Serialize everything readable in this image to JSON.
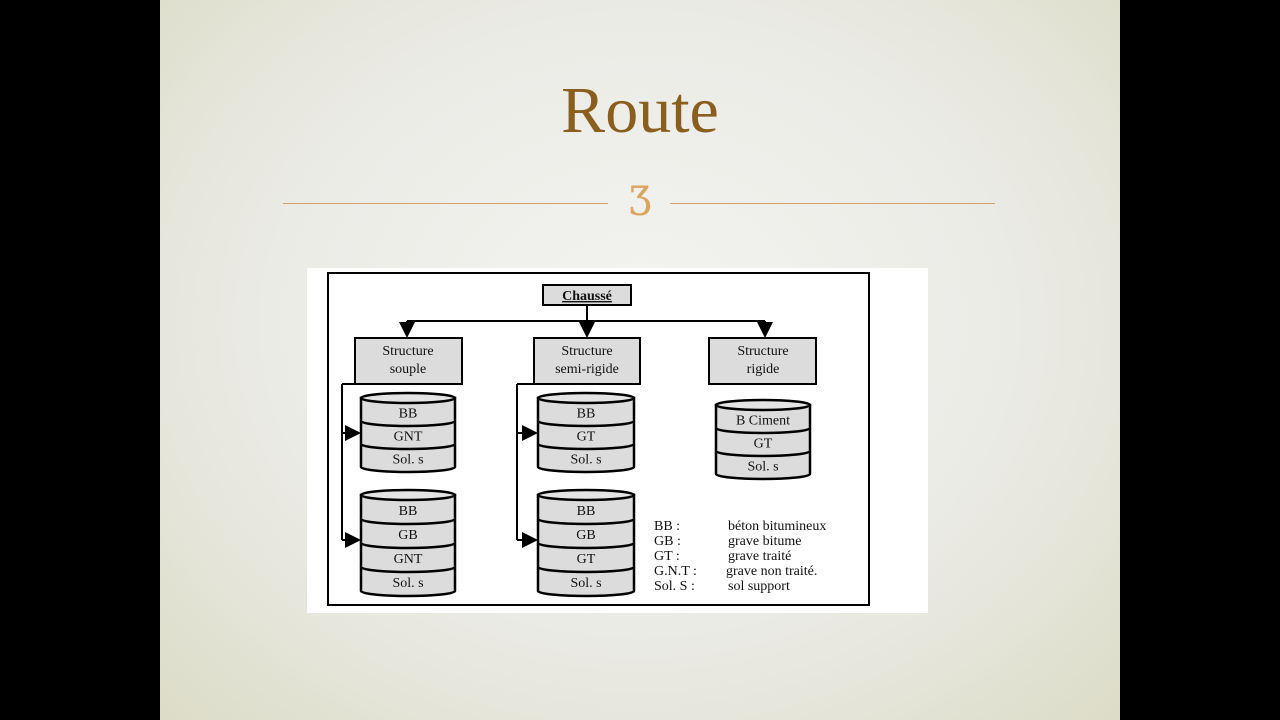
{
  "slide": {
    "title": "Route",
    "ornament": "Ʒ"
  },
  "diagram": {
    "root": "Chaussé",
    "structures": [
      {
        "line1": "Structure",
        "line2": "souple"
      },
      {
        "line1": "Structure",
        "line2": "semi-rigide"
      },
      {
        "line1": "Structure",
        "line2": "rigide"
      }
    ],
    "stacks": {
      "souple_a": [
        "BB",
        "GNT",
        "Sol. s"
      ],
      "souple_b": [
        "BB",
        "GB",
        "GNT",
        "Sol. s"
      ],
      "semi_a": [
        "BB",
        "GT",
        "Sol. s"
      ],
      "semi_b": [
        "BB",
        "GB",
        "GT",
        "Sol. s"
      ],
      "rigide": [
        "B Ciment",
        "GT",
        "Sol. s"
      ]
    },
    "legend": [
      {
        "abbr": "BB :",
        "meaning": "béton bitumineux"
      },
      {
        "abbr": "GB :",
        "meaning": "grave bitume"
      },
      {
        "abbr": "GT :",
        "meaning": "grave traité"
      },
      {
        "abbr": "G.N.T :",
        "meaning": "grave non traité."
      },
      {
        "abbr": "Sol. S :",
        "meaning": "sol support"
      }
    ]
  }
}
